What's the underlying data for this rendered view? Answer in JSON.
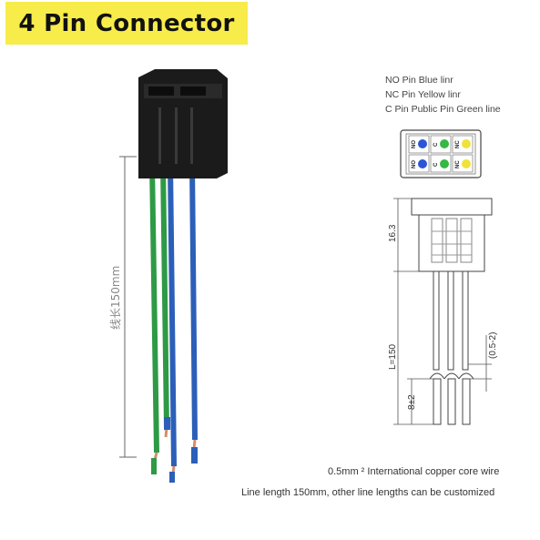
{
  "title": "4 Pin Connector",
  "legend": {
    "line1": "NO Pin Blue linr",
    "line2": "NC Pin Yellow linr",
    "line3": "C Pin Public Pin Green line"
  },
  "pins": {
    "no": "NO",
    "c": "C",
    "nc": "NC"
  },
  "dimensions": {
    "height": "16.3",
    "line_length": "L=150",
    "strip": "8±2",
    "gauge": "(0.5-2)"
  },
  "length_label": "线长150mm",
  "notes": {
    "copper": "0.5mm ² International copper core wire",
    "custom": "Line length 150mm, other line lengths can be customized"
  },
  "colors": {
    "title_bg": "#f7ec4a",
    "connector": "#1b1b1b",
    "wire_green": "#2e9a45",
    "wire_blue": "#2c5fb8",
    "pin_blue": "#2b55d6",
    "pin_green": "#35b845",
    "pin_yellow": "#efe23a"
  }
}
